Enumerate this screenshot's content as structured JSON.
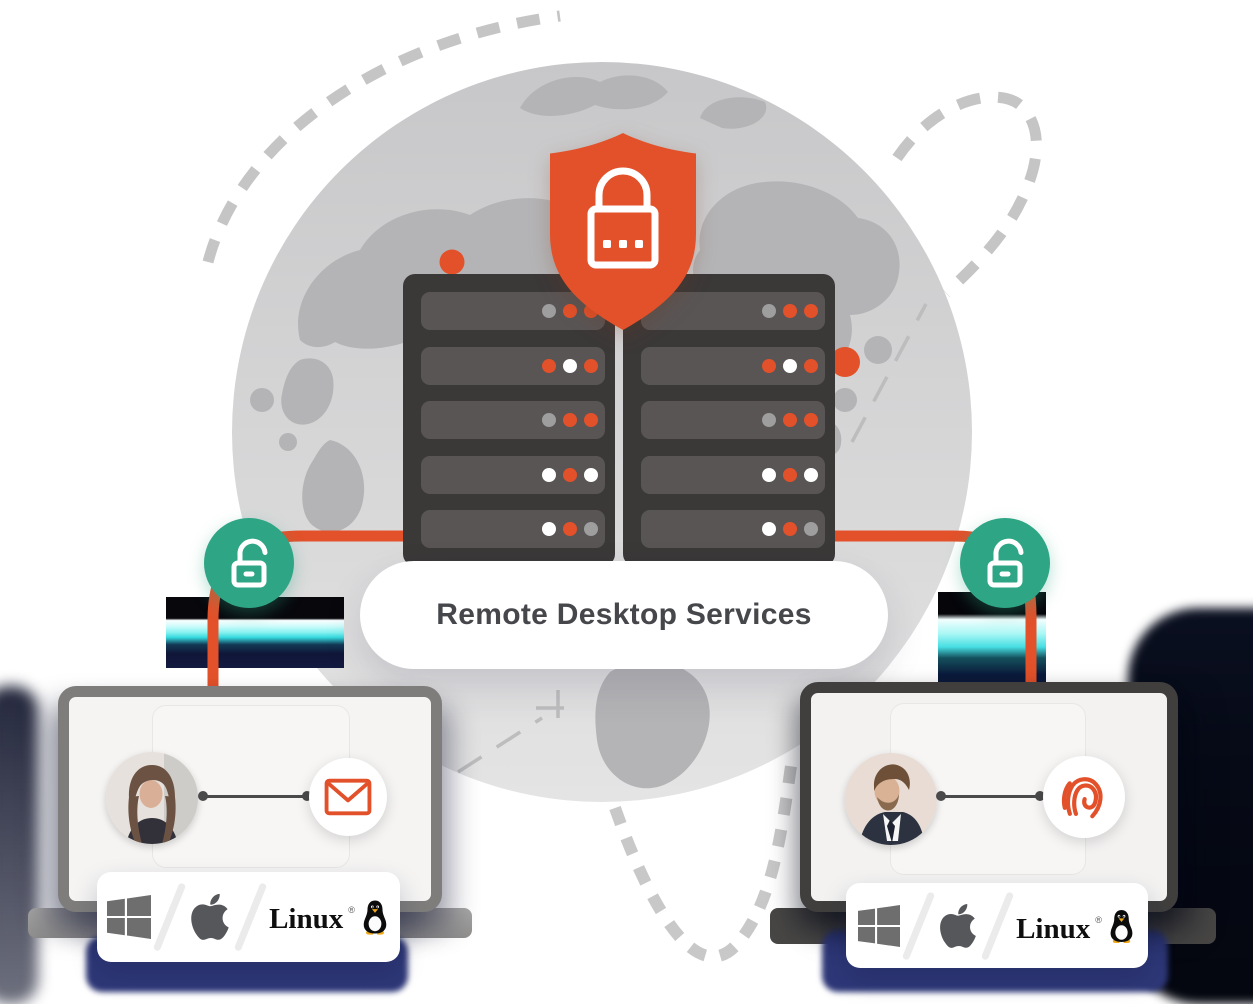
{
  "title": "Remote Desktop Services",
  "shield": {
    "icon": "shield-lock",
    "color": "#E2512A"
  },
  "racks": {
    "count": 2,
    "frame_color": "#3B3838",
    "row_color": "#595555",
    "led_rows": [
      [
        "gray",
        "orange",
        "orange"
      ],
      [
        "orange",
        "white",
        "orange"
      ],
      [
        "gray",
        "orange",
        "orange"
      ],
      [
        "white",
        "orange",
        "white"
      ],
      [
        "white",
        "orange",
        "gray"
      ]
    ],
    "led_colors": {
      "gray": "#9E9E9E",
      "white": "#FFFFFF",
      "orange": "#E2512A"
    }
  },
  "security_badges": [
    {
      "side": "left",
      "icon": "unlock",
      "color": "#2EA584"
    },
    {
      "side": "right",
      "icon": "unlock",
      "color": "#2EA584"
    }
  ],
  "laptops": [
    {
      "side": "left",
      "avatar": "woman-photo",
      "auth_icon": "email-envelope"
    },
    {
      "side": "right",
      "avatar": "man-photo",
      "auth_icon": "fingerprint"
    }
  ],
  "os_badge": {
    "linux_label": "Linux",
    "linux_mark": "®",
    "items": [
      "windows",
      "apple",
      "linux"
    ]
  },
  "palette": {
    "orange": "#E2512A",
    "teal": "#2EA584",
    "globe": "#CDCDCF",
    "continent": "#B4B4B6",
    "navy_shadow": "#2E3878",
    "pill_text": "#46474B"
  }
}
